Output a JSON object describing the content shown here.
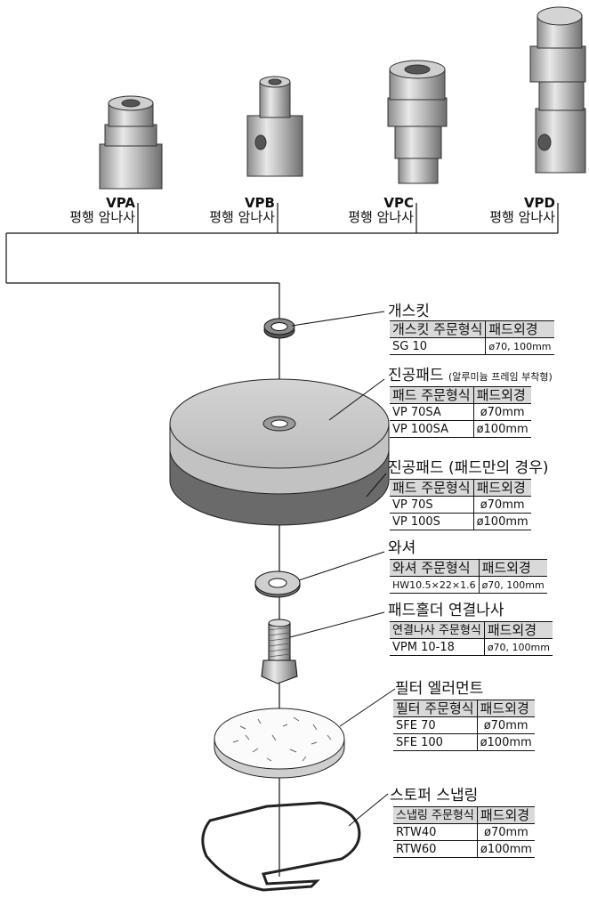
{
  "fittings": [
    {
      "code": "VPA",
      "desc": "평행 암나사"
    },
    {
      "code": "VPB",
      "desc": "평행 암나사"
    },
    {
      "code": "VPC",
      "desc": "평행 암나사"
    },
    {
      "code": "VPD",
      "desc": "평행 암나사"
    }
  ],
  "parts": [
    {
      "title": "개스킷",
      "title_note": "",
      "col1": "개스킷 주문형식",
      "col2": "패드외경",
      "rows": [
        [
          "SG 10",
          "ø70, 100mm"
        ]
      ]
    },
    {
      "title": "진공패드",
      "title_note": "(알루미늄 프레임 부착형)",
      "col1": "패드 주문형식",
      "col2": "패드외경",
      "rows": [
        [
          "VP 70SA",
          "ø70mm"
        ],
        [
          "VP 100SA",
          "ø100mm"
        ]
      ]
    },
    {
      "title": "진공패드 (패드만의 경우)",
      "title_note": "",
      "col1": "패드 주문형식",
      "col2": "패드외경",
      "rows": [
        [
          "VP 70S",
          "ø70mm"
        ],
        [
          "VP 100S",
          "ø100mm"
        ]
      ]
    },
    {
      "title": "와셔",
      "title_note": "",
      "col1": "와셔 주문형식",
      "col2": "패드외경",
      "rows": [
        [
          "HW10.5×22×1.6",
          "ø70, 100mm"
        ]
      ]
    },
    {
      "title": "패드홀더 연결나사",
      "title_note": "",
      "col1": "연결나사 주문형식",
      "col2": "패드외경",
      "rows": [
        [
          "VPM 10-18",
          "ø70, 100mm"
        ]
      ]
    },
    {
      "title": "필터 엘러먼트",
      "title_note": "",
      "col1": "필터 주문형식",
      "col2": "패드외경",
      "rows": [
        [
          "SFE 70",
          "ø70mm"
        ],
        [
          "SFE 100",
          "ø100mm"
        ]
      ]
    },
    {
      "title": "스토퍼 스냅링",
      "title_note": "",
      "col1": "스냅링 주문형식",
      "col2": "패드외경",
      "rows": [
        [
          "RTW40",
          "ø70mm"
        ],
        [
          "RTW60",
          "ø100mm"
        ]
      ]
    }
  ]
}
